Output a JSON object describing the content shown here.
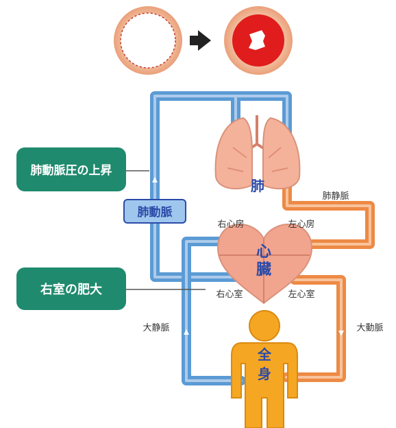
{
  "labels": {
    "lung": "肺",
    "heart_top": "心",
    "heart_bottom": "臓",
    "body_top": "全",
    "body_bottom": "身",
    "pulmonary_artery": "肺動脈",
    "pulmonary_vein": "肺静脈",
    "right_atrium": "右心房",
    "left_atrium": "左心房",
    "right_ventricle": "右心室",
    "left_ventricle": "左心室",
    "vena_cava": "大静脈",
    "aorta": "大動脈"
  },
  "callouts": {
    "pulmonary_hypertension": "肺動脈圧の上昇",
    "right_ventricular_hypertrophy": "右室の肥大"
  },
  "icons": {
    "normal_vessel": "normal-vessel-cross-section-icon",
    "narrowed_vessel": "narrowed-vessel-cross-section-icon",
    "arrow": "arrow-right-icon"
  },
  "colors": {
    "blue_vessel": "#5b9bd5",
    "blue_vessel_light": "#aecbea",
    "orange_vessel": "#ed8a45",
    "lung_fill": "#f4b29b",
    "heart_fill": "#f2a58e",
    "body_fill": "#f5a623",
    "callout_green": "#1f8a6e",
    "label_blue": "#2b4aa8"
  }
}
